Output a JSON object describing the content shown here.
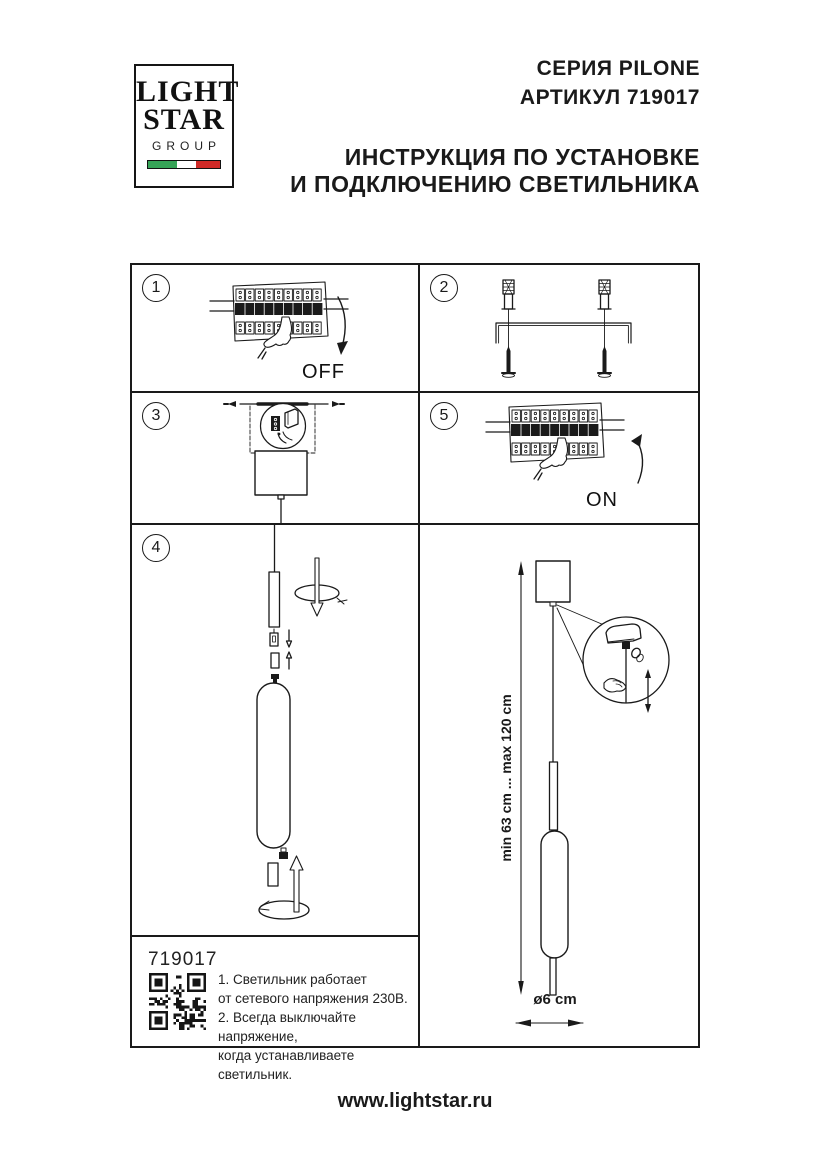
{
  "logo": {
    "word1": "LIGHT",
    "word2": "STAR",
    "word3": "GROUP",
    "flag_green": "#36a457",
    "flag_white": "#ffffff",
    "flag_red": "#cf2a27"
  },
  "header": {
    "series": "СЕРИЯ PILONE",
    "article": "АРТИКУЛ 719017",
    "title_line1": "ИНСТРУКЦИЯ ПО УСТАНОВКЕ",
    "title_line2": "И ПОДКЛЮЧЕНИЮ СВЕТИЛЬНИКА"
  },
  "steps": [
    {
      "num": "1",
      "label": "OFF"
    },
    {
      "num": "2"
    },
    {
      "num": "3"
    },
    {
      "num": "4"
    },
    {
      "num": "5",
      "label": "ON"
    }
  ],
  "diagram": {
    "height_range": "min 63 cm ... max 120 cm",
    "diameter": "ø6 cm"
  },
  "info": {
    "article": "719017",
    "lines": [
      "1. Светильник работает",
      "от сетевого напряжения 230В.",
      "2. Всегда выключайте напряжение,",
      "когда устанавливаете светильник."
    ]
  },
  "footer": {
    "url": "www.lightstar.ru"
  }
}
